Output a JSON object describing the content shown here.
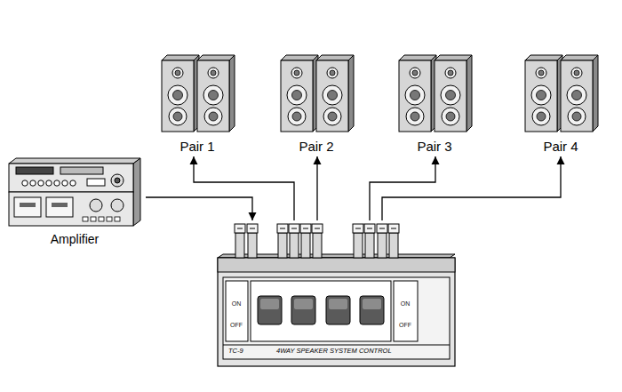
{
  "diagram": {
    "nodes": [
      {
        "text": [
          "Pair 1"
        ]
      },
      {
        "text": [
          "Pair 2"
        ]
      },
      {
        "text": [
          "Pair 3"
        ]
      },
      {
        "text": [
          "Pair 4"
        ]
      },
      {
        "text": [
          "Amplifier"
        ]
      },
      {
        "text": [
          "TC-9",
          "4WAY SPEAKER SYSTEM CONTROL"
        ]
      }
    ],
    "edges": [
      {
        "from": 4,
        "to": 5,
        "arrow": "to"
      },
      {
        "from": 5,
        "to": 0,
        "arrow": "to"
      },
      {
        "from": 5,
        "to": 1,
        "arrow": "to"
      },
      {
        "from": 5,
        "to": 2,
        "arrow": "to"
      },
      {
        "from": 5,
        "to": 3,
        "arrow": "to"
      }
    ],
    "labels": [
      "ON",
      "OFF",
      "ON",
      "OFF"
    ]
  }
}
